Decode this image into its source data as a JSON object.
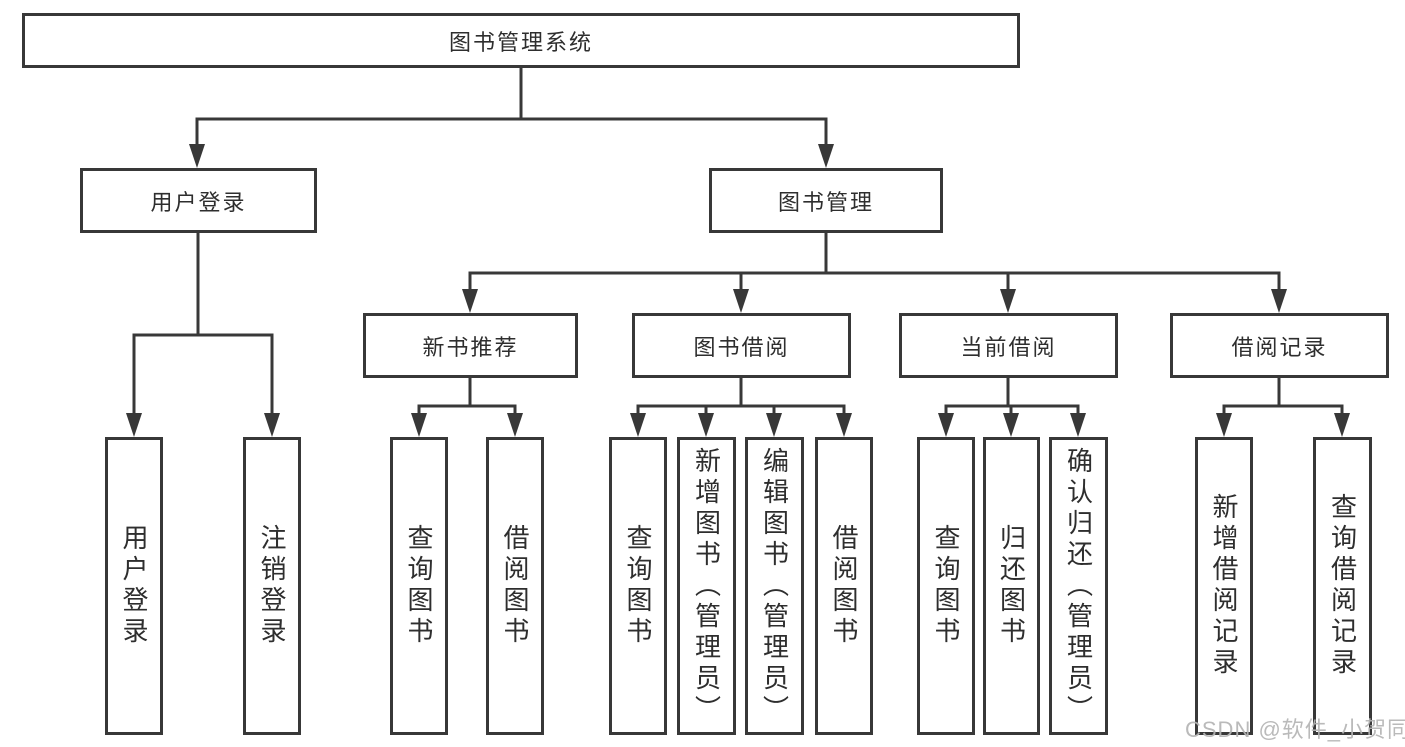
{
  "diagram": {
    "root": {
      "label": "图书管理系统"
    },
    "branches": [
      {
        "label": "用户登录",
        "children": [
          {
            "label": "用户登录"
          },
          {
            "label": "注销登录"
          }
        ]
      },
      {
        "label": "图书管理",
        "children": [
          {
            "label": "新书推荐",
            "children": [
              {
                "label": "查询图书"
              },
              {
                "label": "借阅图书"
              }
            ]
          },
          {
            "label": "图书借阅",
            "children": [
              {
                "label": "查询图书"
              },
              {
                "label": "新增图书（管理员）"
              },
              {
                "label": "编辑图书（管理员）"
              },
              {
                "label": "借阅图书"
              }
            ]
          },
          {
            "label": "当前借阅",
            "children": [
              {
                "label": "查询图书"
              },
              {
                "label": "归还图书"
              },
              {
                "label": "确认归还（管理员）"
              }
            ]
          },
          {
            "label": "借阅记录",
            "children": [
              {
                "label": "新增借阅记录"
              },
              {
                "label": "查询借阅记录"
              }
            ]
          }
        ]
      }
    ]
  },
  "watermark": {
    "text": "CSDN @软件_小贺同学"
  },
  "colors": {
    "line": "#383838",
    "text": "#2e2e2e",
    "background": "#ffffff",
    "watermark": "#b5b5b5"
  }
}
